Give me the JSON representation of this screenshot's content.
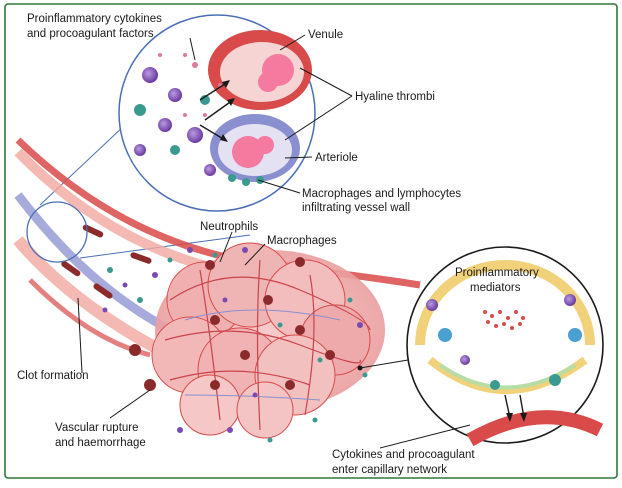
{
  "labels": {
    "proinflammatory_cytokines": "Proinflammatory cytokines",
    "procoagulant_factors": "and procoagulant factors",
    "venule": "Venule",
    "hyaline_thrombi": "Hyaline thrombi",
    "arteriole": "Arteriole",
    "macrophages_lymphocytes_1": "Macrophages and lymphocytes",
    "macrophages_lymphocytes_2": "infiltrating vessel wall",
    "neutrophils": "Neutrophils",
    "macrophages": "Macrophages",
    "proinflammatory_mediators_1": "Proinflammatory",
    "proinflammatory_mediators_2": "mediators",
    "clot_formation": "Clot formation",
    "vascular_rupture_1": "Vascular rupture",
    "vascular_rupture_2": "and haemorrhage",
    "cytokines_enter_1": "Cytokines and procoagulant",
    "cytokines_enter_2": "enter capillary network"
  },
  "colors": {
    "frame_border": "#2d7a3a",
    "callout_ring": "#4a6fb5",
    "vessel_red": "#d94a4a",
    "vessel_pink": "#f2a7a0",
    "vein_blue": "#8a8fd0",
    "thrombus_pink": "#f47aa0",
    "cell_purple": "#7b4ab0",
    "cell_teal": "#3a9a8f"
  }
}
